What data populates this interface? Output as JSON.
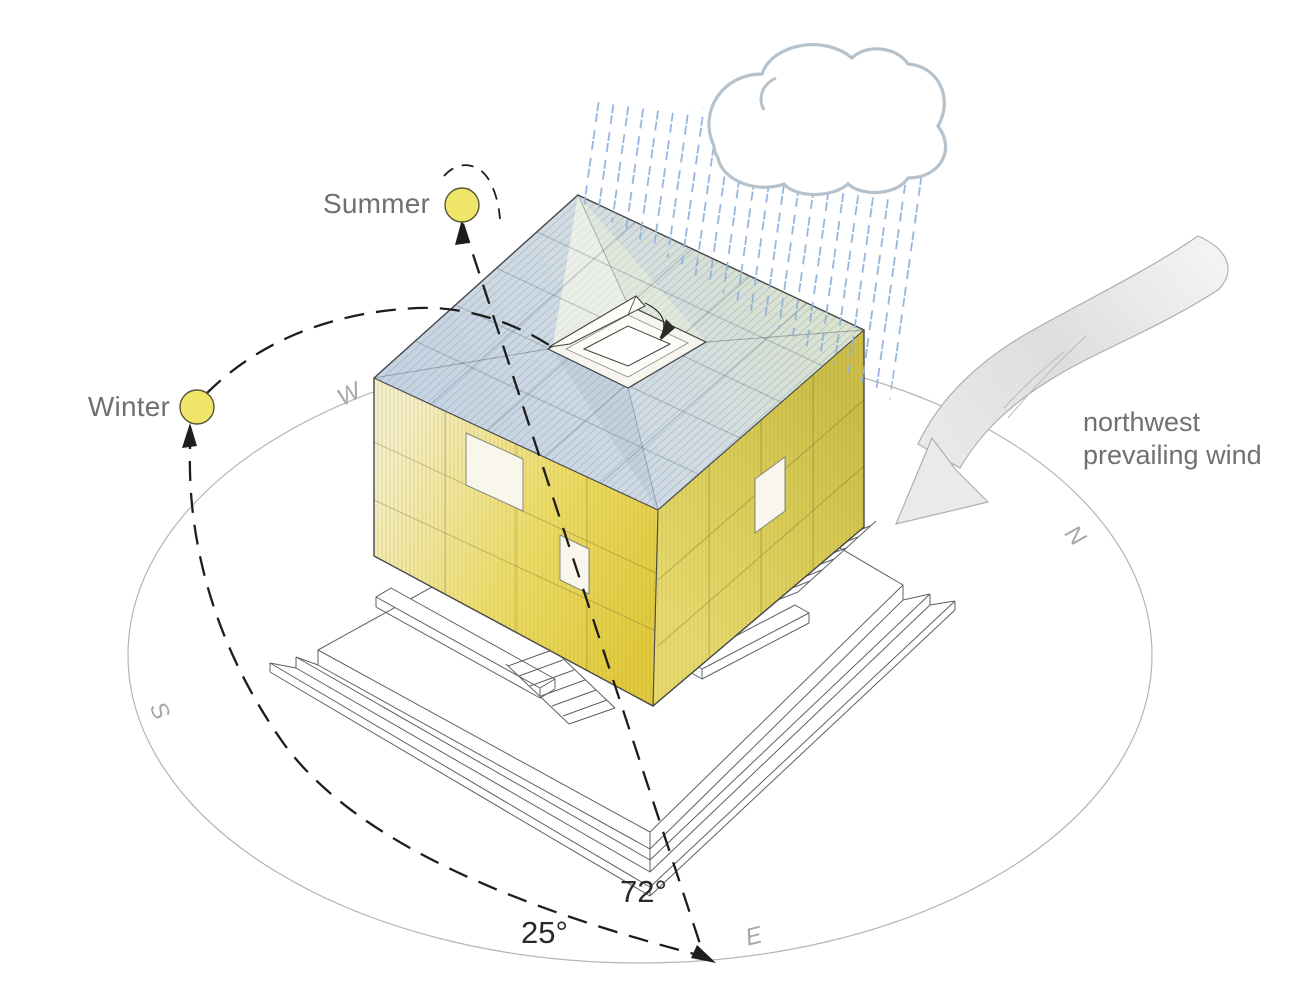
{
  "diagram": {
    "season_labels": {
      "summer": "Summer",
      "winter": "Winter"
    },
    "wind": {
      "line1": "northwest",
      "line2": "prevailing wind",
      "direction": "northwest"
    },
    "sun_angles": {
      "summer_label": "72°",
      "winter_label": "25°",
      "summer_deg": 72,
      "winter_deg": 25
    },
    "compass": {
      "north": "N",
      "south": "S",
      "east": "E",
      "west": "W"
    },
    "colors": {
      "sun": "#efe669",
      "rain": "#8fb1dd",
      "cloud_outline": "#b5c2cc",
      "facade_yellow": "#e8d44f",
      "roof_blue": "#ccd9e4",
      "annotation_gray": "#6f7072",
      "dash_black": "#1d1d1b"
    }
  }
}
